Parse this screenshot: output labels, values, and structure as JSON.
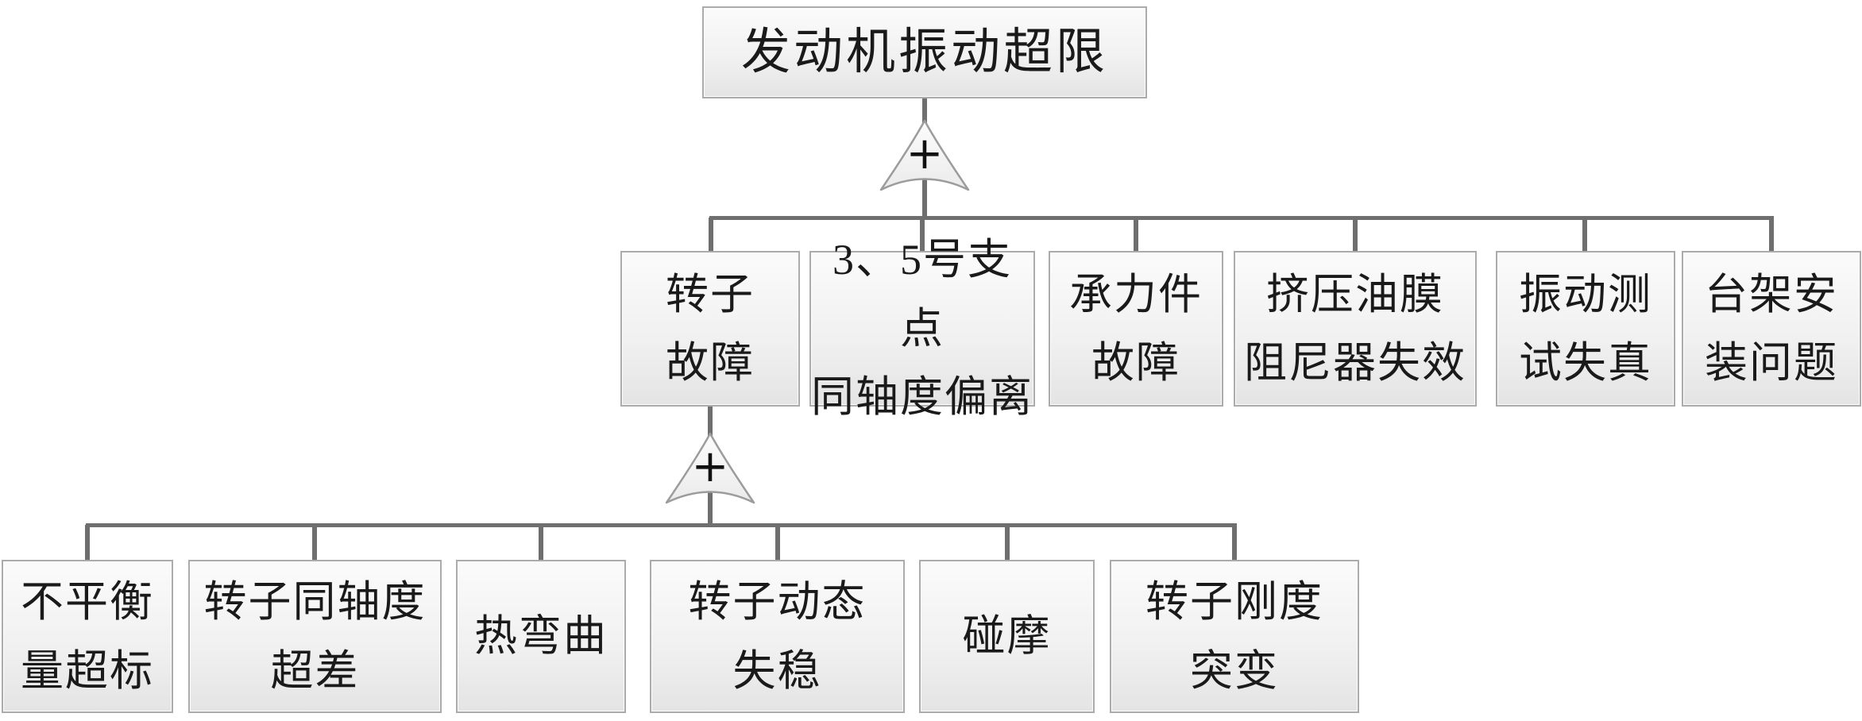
{
  "diagram": {
    "type": "fault-tree",
    "top_event": {
      "label": "发动机振动超限"
    },
    "gate1": {
      "symbol": "+",
      "type": "or-gate"
    },
    "gate2": {
      "symbol": "+",
      "type": "or-gate"
    },
    "level2": [
      {
        "label": "转子\n故障"
      },
      {
        "label": "3、5号支点\n同轴度偏离"
      },
      {
        "label": "承力件\n故障"
      },
      {
        "label": "挤压油膜\n阻尼器失效"
      },
      {
        "label": "振动测\n试失真"
      },
      {
        "label": "台架安\n装问题"
      }
    ],
    "level3": [
      {
        "label": "不平衡\n量超标"
      },
      {
        "label": "转子同轴度\n超差"
      },
      {
        "label": "热弯曲"
      },
      {
        "label": "转子动态\n失稳"
      },
      {
        "label": "碰摩"
      },
      {
        "label": "转子刚度\n突变"
      }
    ]
  },
  "colors": {
    "box_border": "#ababab",
    "box_fill_top": "#fbfbfb",
    "box_fill_bottom": "#e4e4e4",
    "connector": "#6f6f6f",
    "gate_outline": "#9c9c9c",
    "text": "#1a1a1a"
  }
}
